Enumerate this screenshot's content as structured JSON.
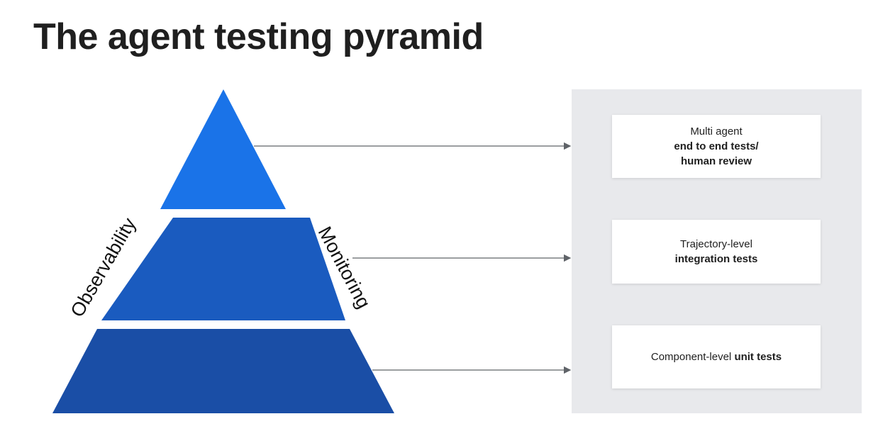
{
  "title": "The agent testing pyramid",
  "side_labels": {
    "left": "Observability",
    "right": "Monitoring"
  },
  "colors": {
    "tier_top": "#1a73e8",
    "tier_middle": "#1a5bbf",
    "tier_bottom": "#1a4ea6",
    "panel": "#e8e9ec",
    "arrow": "#5f6368"
  },
  "tests": [
    {
      "line1": "Multi agent",
      "bold1": "end to end tests/",
      "bold2": "human review"
    },
    {
      "line1": "Trajectory-level",
      "bold1": "integration tests"
    },
    {
      "line1": "Component-level ",
      "bold1": "unit tests"
    }
  ]
}
